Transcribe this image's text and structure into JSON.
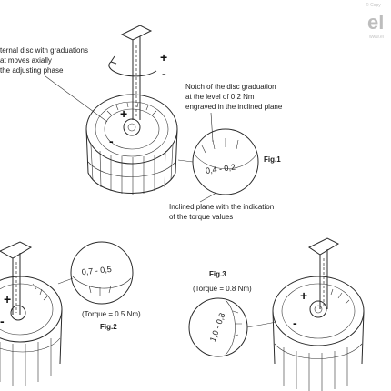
{
  "watermark": {
    "copyright": "© Copy",
    "logo": "el",
    "url": "www.el"
  },
  "fig1": {
    "label": "Fig.1",
    "callout_disc": [
      "ternal disc with graduations",
      "at moves axially",
      "the adjusting phase"
    ],
    "callout_notch": [
      "Notch of the disc graduation",
      "at the level of 0.2 Nm",
      "engraved in the inclined plane"
    ],
    "callout_plane": [
      "Inclined plane with the indication",
      "of the torque values"
    ],
    "plus": "+",
    "minus": "-",
    "zoom_scale": "0,4 - 0,2"
  },
  "fig2": {
    "label": "Fig.2",
    "torque": "(Torque = 0.5 Nm)",
    "zoom_scale": "0,7 - 0,5"
  },
  "fig3": {
    "label": "Fig.3",
    "torque": "(Torque = 0.8 Nm)",
    "zoom_scale": "1,0 - 0,8"
  }
}
